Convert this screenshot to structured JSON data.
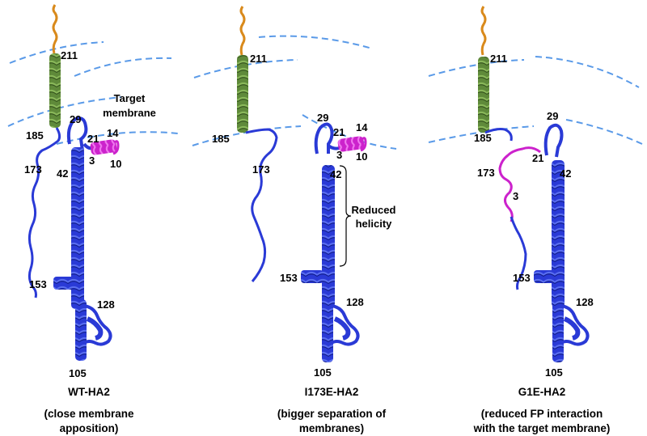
{
  "colors": {
    "helix_blue": "#2a3ad6",
    "tm_green": "#5f8a3a",
    "tail_orange": "#d98a1c",
    "fusion_peptide_magenta": "#cc22cc",
    "membrane_dash": "#5a9ae8"
  },
  "panels": [
    {
      "id": "wt",
      "residues": [
        "211",
        "185",
        "29",
        "21",
        "14",
        "3",
        "10",
        "173",
        "42",
        "153",
        "128",
        "105"
      ],
      "caption": {
        "title": "WT-HA2",
        "line2": "(close membrane",
        "line3": "apposition)"
      }
    },
    {
      "id": "i173e",
      "residues": [
        "211",
        "185",
        "29",
        "21",
        "14",
        "3",
        "10",
        "173",
        "42",
        "153",
        "128",
        "105"
      ],
      "caption": {
        "title": "I173E-HA2",
        "line2": "(bigger separation of",
        "line3": "membranes)"
      }
    },
    {
      "id": "g1e",
      "residues": [
        "211",
        "185",
        "29",
        "21",
        "173",
        "42",
        "3",
        "153",
        "128",
        "105"
      ],
      "caption": {
        "title": "G1E-HA2",
        "line2": "(reduced FP interaction",
        "line3": "with the target membrane)"
      }
    }
  ],
  "annotations": {
    "target_membrane_line1": "Target",
    "target_membrane_line2": "membrane",
    "reduced_helicity_line1": "Reduced",
    "reduced_helicity_line2": "helicity"
  }
}
